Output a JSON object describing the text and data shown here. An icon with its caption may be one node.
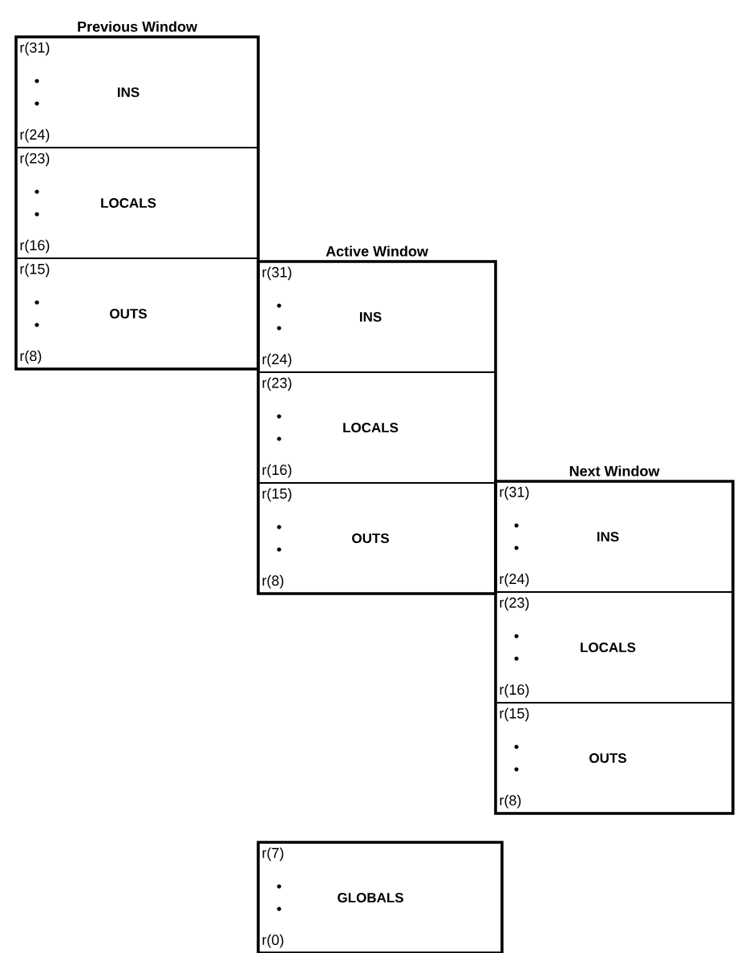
{
  "diagram": {
    "nodes": [
      {
        "text": [
          "Previous Window"
        ]
      },
      {
        "text": [
          "r(31)",
          "INS",
          "r(24)"
        ],
        "in": 0
      },
      {
        "text": [
          "r(23)",
          "LOCALS",
          "r(16)"
        ],
        "in": 0
      },
      {
        "text": [
          "r(15)",
          "OUTS",
          "r(8)"
        ],
        "in": 0
      },
      {
        "text": [
          "Active Window"
        ]
      },
      {
        "text": [
          "r(31)",
          "INS",
          "r(24)"
        ],
        "in": 4
      },
      {
        "text": [
          "r(23)",
          "LOCALS",
          "r(16)"
        ],
        "in": 4
      },
      {
        "text": [
          "r(15)",
          "OUTS",
          "r(8)"
        ],
        "in": 4
      },
      {
        "text": [
          "Next Window"
        ]
      },
      {
        "text": [
          "r(31)",
          "INS",
          "r(24)"
        ],
        "in": 8
      },
      {
        "text": [
          "r(23)",
          "LOCALS",
          "r(16)"
        ],
        "in": 8
      },
      {
        "text": [
          "r(15)",
          "OUTS",
          "r(8)"
        ],
        "in": 8
      },
      {
        "text": [
          "r(7)",
          "GLOBALS",
          "r(0)"
        ]
      }
    ]
  }
}
